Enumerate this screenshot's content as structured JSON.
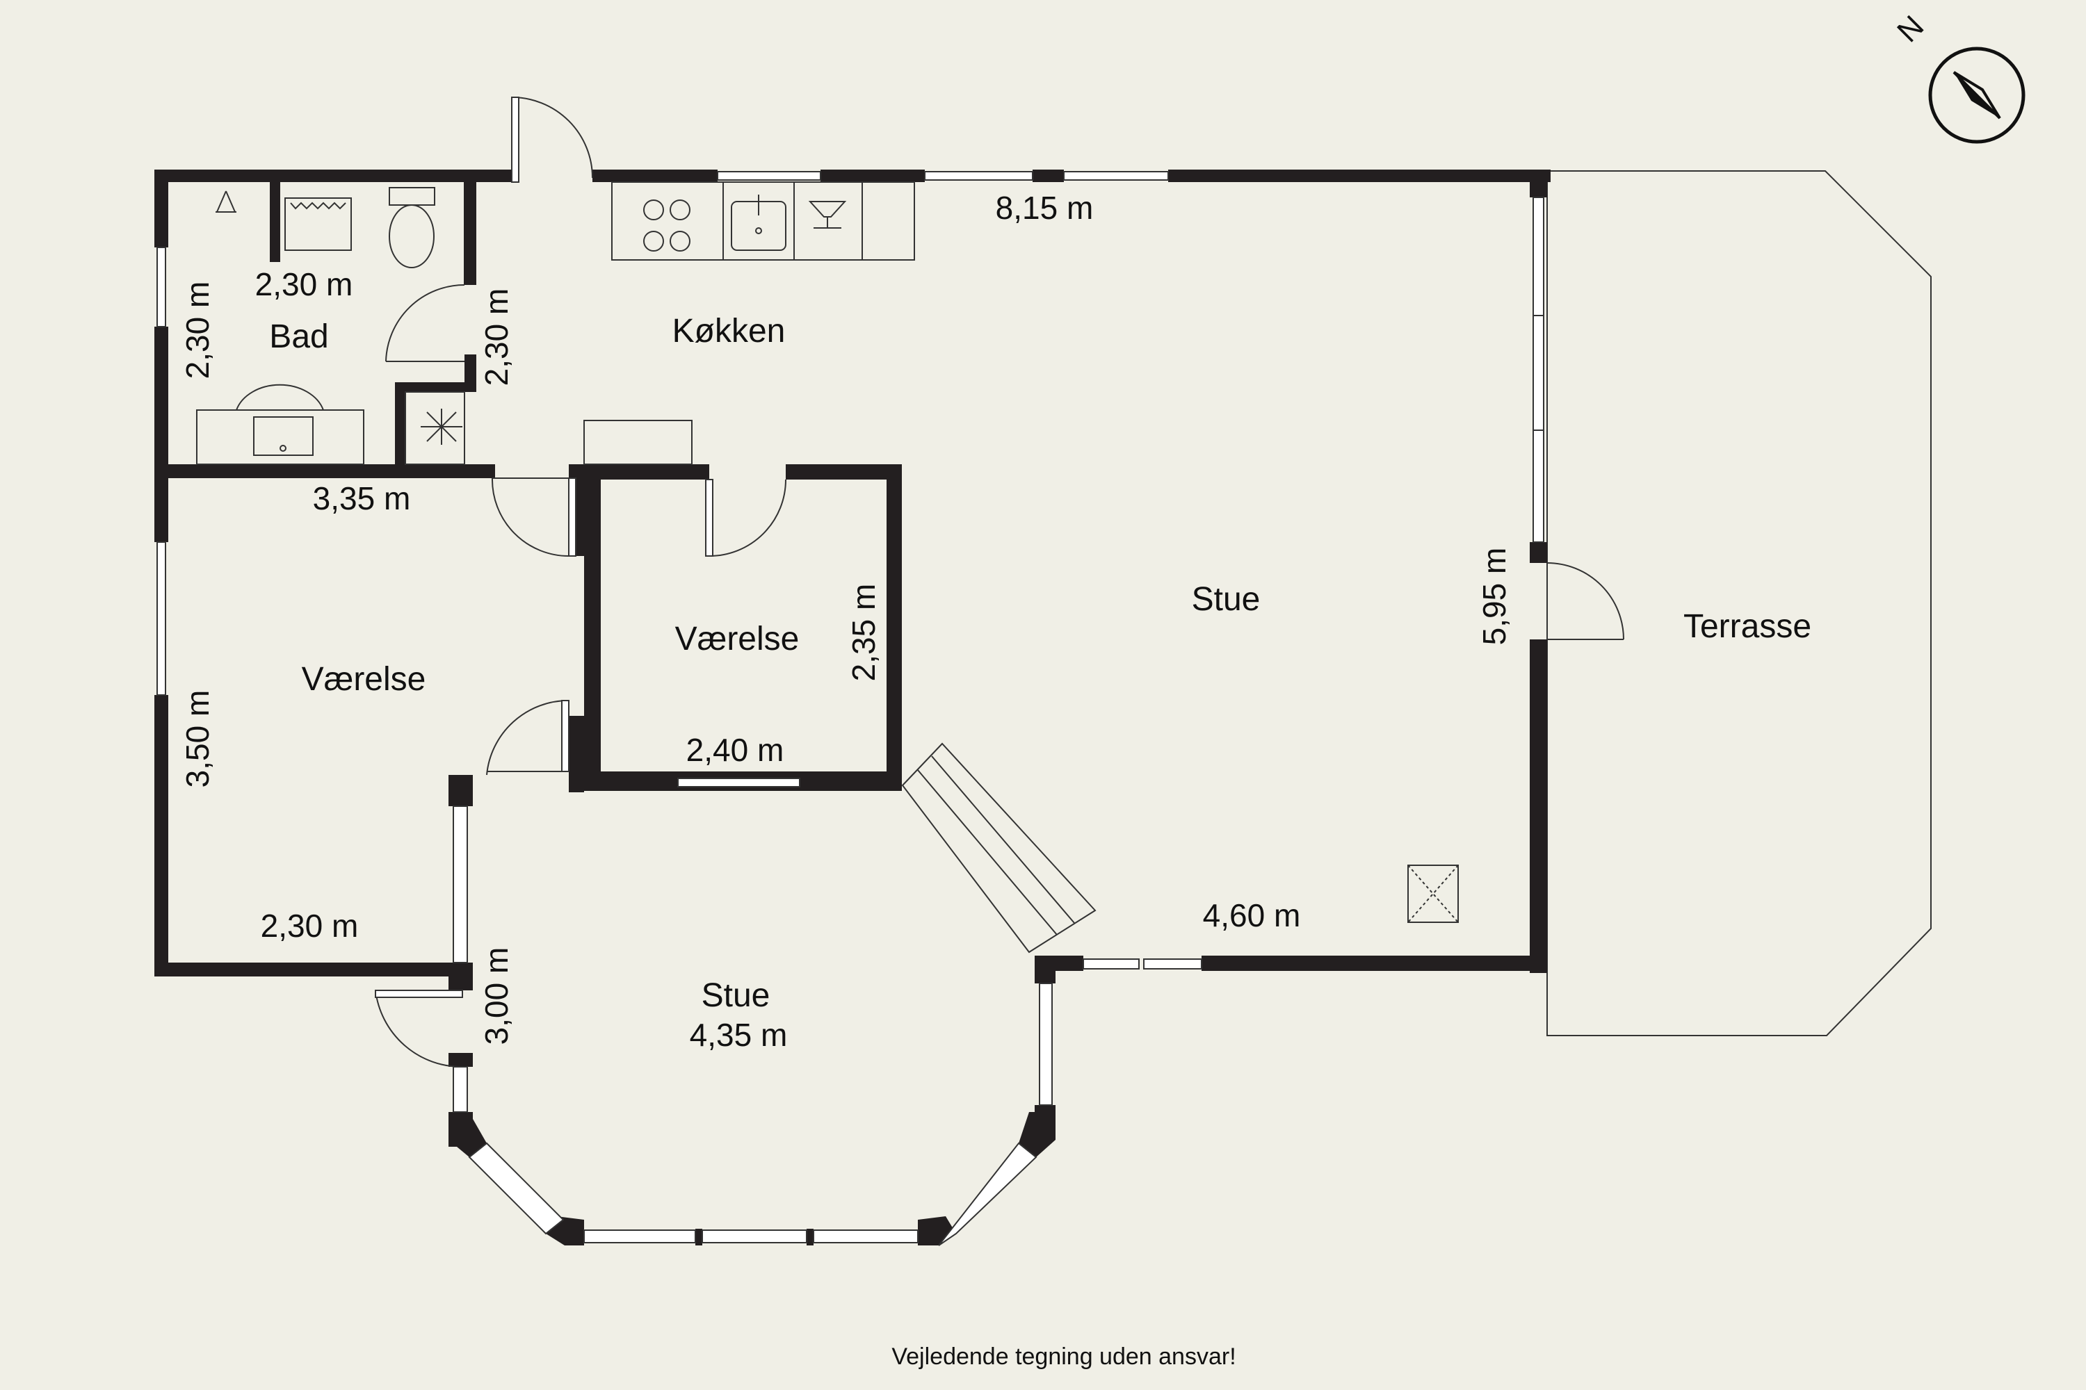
{
  "rooms": {
    "bad": "Bad",
    "kokken": "Køkken",
    "vaerelse_left": "Værelse",
    "vaerelse_center": "Værelse",
    "stue_main": "Stue",
    "stue_lower": "Stue",
    "terrasse": "Terrasse"
  },
  "dimensions": {
    "top_wall": "8,15 m",
    "bad_width": "2,30 m",
    "bad_height": "2,30 m",
    "hall_height": "2,30 m",
    "bad_bottom": "3,35 m",
    "vaerelse_center_height": "2,35 m",
    "vaerelse_center_width": "2,40 m",
    "vaerelse_left_height": "3,50 m",
    "vaerelse_left_width": "2,30 m",
    "stue_right_height": "5,95 m",
    "stue_bottom_width": "4,60 m",
    "stue_lower_height": "3,00 m",
    "stue_lower_width": "4,35 m"
  },
  "compass": {
    "label": "N",
    "icon": "compass-icon"
  },
  "disclaimer": "Vejledende tegning uden ansvar!",
  "colors": {
    "background": "#f0efe6",
    "wall": "#231f20",
    "line": "#222222"
  }
}
